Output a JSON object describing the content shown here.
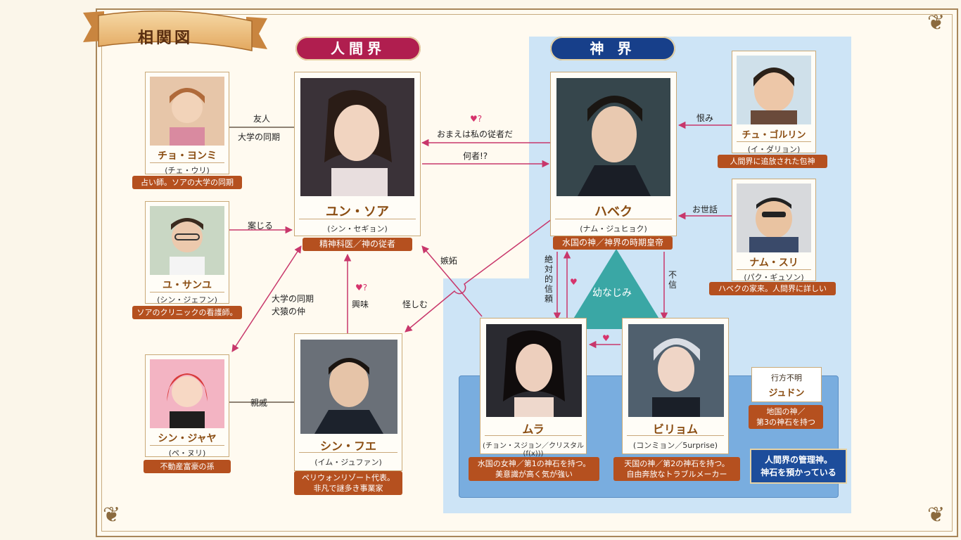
{
  "title": "相関図",
  "sections": {
    "human": "人間界",
    "god": "神 界"
  },
  "characters": {
    "soa": {
      "name": "ユン・ソア",
      "actor": "(シン・セギョン)",
      "desc": "精神科医／神の従者"
    },
    "habaek": {
      "name": "ハベク",
      "actor": "(ナム・ジュヒョク)",
      "desc": "水国の神／神界の時期皇帝"
    },
    "yonmi": {
      "name": "チョ・ヨンミ",
      "actor": "(チェ・ウリ)",
      "desc": "占い師。ソアの大学の同期"
    },
    "sanyu": {
      "name": "ユ・サンユ",
      "actor": "(シン・ジェフン)",
      "desc": "ソアのクリニックの看護師。"
    },
    "jaya": {
      "name": "シン・ジャヤ",
      "actor": "(ペ・ヌリ)",
      "desc": "不動産富豪の孫"
    },
    "hue": {
      "name": "シン・フエ",
      "actor": "(イム・ジュファン)",
      "desc_lines": [
        "ペリウォンリゾート代表。",
        "非凡で謎多き事業家"
      ]
    },
    "golin": {
      "name": "チュ・ゴルリン",
      "actor": "(イ・ダリョン)",
      "desc": "人間界に追放された包神"
    },
    "suri": {
      "name": "ナム・スリ",
      "actor": "(パク・ギュソン)",
      "desc": "ハベクの家来。人間界に詳しい"
    },
    "mura": {
      "name": "ムラ",
      "actor": "(チョン・スジョン／クリスタル(f(x)))",
      "desc_lines": [
        "水国の女神／第1の神石を持つ。",
        "美意識が高く気が強い"
      ]
    },
    "biryum": {
      "name": "ビリョム",
      "actor": "(コンミョン／5urprise)",
      "desc_lines": [
        "天国の神／第2の神石を持つ。",
        "自由奔放なトラブルメーカー"
      ]
    },
    "judon": {
      "status": "行方不明",
      "name": "ジュドン",
      "desc_lines": [
        "地国の神／",
        "第3の神石を持つ"
      ]
    }
  },
  "relations": {
    "yonmi_soa": [
      "友人",
      "大学の同期"
    ],
    "sanyu_soa": "案じる",
    "soa_habaek": "おまえは私の従者だ",
    "habaek_soa": "何者!?",
    "golin_habaek": "恨み",
    "suri_habaek": "お世話",
    "jaya_soa": [
      "大学の同期",
      "犬猿の仲"
    ],
    "hue_soa": "興味",
    "mura_soa": "嫉妬",
    "habaek_hue": "怪しむ",
    "jaya_hue": "親戚",
    "habaek_mura": [
      "絶",
      "対",
      "的",
      "信",
      "頼"
    ],
    "habaek_biryum": [
      "不",
      "信"
    ],
    "triangle": "幼なじみ"
  },
  "note": [
    "人間界の管理神。",
    "神石を預かっている"
  ],
  "symbols": {
    "heart": "♥",
    "question": "?"
  },
  "colors": {
    "human": "#b01e4f",
    "god": "#173f8a",
    "desc_bg": "#b5501f",
    "arrow": "#c8376b",
    "teal": "#3aa7a5"
  }
}
